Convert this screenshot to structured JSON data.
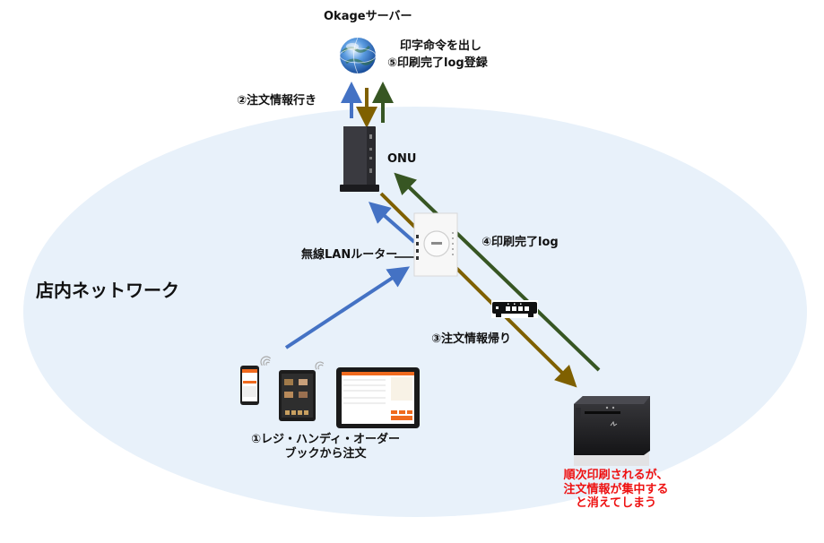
{
  "title": "店内ネットワーク 印刷フロー図",
  "colors": {
    "network_area": "#e8f1fa",
    "flow_order_to_server": "#4472c4",
    "flow_order_return": "#7f6000",
    "flow_print_complete": "#375623",
    "warning_text": "#ee1111"
  },
  "nodes": {
    "server": {
      "label": "Okageサーバー",
      "icon": "globe-icon"
    },
    "onu": {
      "label": "ONU",
      "icon": "onu-device-icon"
    },
    "router": {
      "label": "無線LANルーター",
      "icon": "wireless-router-icon"
    },
    "switch": {
      "icon": "network-switch-icon"
    },
    "terminals": {
      "label_line1": "①レジ・ハンディ・オーダー",
      "label_line2": "ブックから注文",
      "icons": [
        "smartphone-icon",
        "order-tablet-icon",
        "pos-tablet-icon"
      ]
    },
    "printer": {
      "icon": "receipt-printer-icon"
    }
  },
  "area_label": "店内ネットワーク",
  "server_note": {
    "line1": "印字命令を出し",
    "line2": "⑤印刷完了log登録"
  },
  "flows": [
    {
      "step": "①",
      "label": "",
      "from": "terminals",
      "to": "router",
      "color_key": "flow_order_to_server"
    },
    {
      "step": "②",
      "label": "②注文情報行き",
      "from": "onu",
      "to": "server",
      "color_key": "flow_order_to_server"
    },
    {
      "step": "③",
      "label": "③注文情報帰り",
      "from": "server",
      "to": "printer",
      "color_key": "flow_order_return"
    },
    {
      "step": "④",
      "label": "④印刷完了log",
      "from": "printer",
      "to": "server",
      "color_key": "flow_print_complete"
    }
  ],
  "printer_warning": {
    "line1": "順次印刷されるが、",
    "line2": "注文情報が集中する",
    "line3": "と消えてしまう"
  }
}
